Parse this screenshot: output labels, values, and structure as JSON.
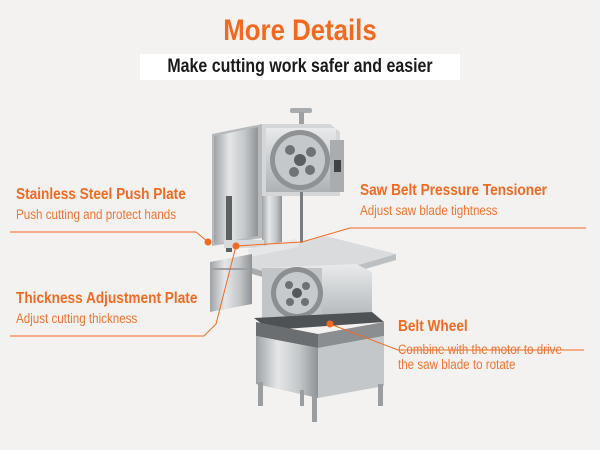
{
  "header": {
    "title": "More Details",
    "subtitle": "Make cutting work safer and easier"
  },
  "callouts": [
    {
      "id": "push-plate",
      "title": "Stainless Steel Push Plate",
      "description": "Push cutting and protect hands"
    },
    {
      "id": "tensioner",
      "title": "Saw Belt Pressure Tensioner",
      "description": "Adjust saw blade tightness"
    },
    {
      "id": "thickness-plate",
      "title": "Thickness Adjustment Plate",
      "description": "Adjust cutting thickness"
    },
    {
      "id": "belt-wheel",
      "title": "Belt Wheel",
      "description_line1": "Combine with the motor to drive",
      "description_line2": "the saw blade to rotate"
    }
  ],
  "colors": {
    "accent": "#f26a21",
    "background": "#f3f2f0",
    "text_dark": "#1a1a1a",
    "steel": "#c9ccce"
  }
}
